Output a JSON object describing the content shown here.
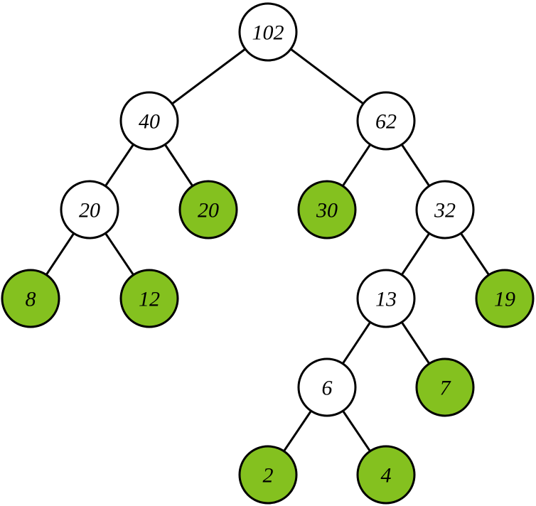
{
  "colors": {
    "internal_fill": "#ffffff",
    "leaf_fill": "#84c11f",
    "stroke": "#000000"
  },
  "tree": {
    "nodes": [
      {
        "id": "n102",
        "label": "102",
        "leaf": false
      },
      {
        "id": "n40",
        "label": "40",
        "leaf": false
      },
      {
        "id": "n62",
        "label": "62",
        "leaf": false
      },
      {
        "id": "n20a",
        "label": "20",
        "leaf": false
      },
      {
        "id": "n20b",
        "label": "20",
        "leaf": true
      },
      {
        "id": "n30",
        "label": "30",
        "leaf": true
      },
      {
        "id": "n32",
        "label": "32",
        "leaf": false
      },
      {
        "id": "n8",
        "label": "8",
        "leaf": true
      },
      {
        "id": "n12",
        "label": "12",
        "leaf": true
      },
      {
        "id": "n13",
        "label": "13",
        "leaf": false
      },
      {
        "id": "n19",
        "label": "19",
        "leaf": true
      },
      {
        "id": "n6",
        "label": "6",
        "leaf": false
      },
      {
        "id": "n7",
        "label": "7",
        "leaf": true
      },
      {
        "id": "n2",
        "label": "2",
        "leaf": true
      },
      {
        "id": "n4",
        "label": "4",
        "leaf": true
      }
    ],
    "edges": [
      [
        "n102",
        "n40"
      ],
      [
        "n102",
        "n62"
      ],
      [
        "n40",
        "n20a"
      ],
      [
        "n40",
        "n20b"
      ],
      [
        "n62",
        "n30"
      ],
      [
        "n62",
        "n32"
      ],
      [
        "n20a",
        "n8"
      ],
      [
        "n20a",
        "n12"
      ],
      [
        "n32",
        "n13"
      ],
      [
        "n32",
        "n19"
      ],
      [
        "n13",
        "n6"
      ],
      [
        "n13",
        "n7"
      ],
      [
        "n6",
        "n2"
      ],
      [
        "n6",
        "n4"
      ]
    ]
  }
}
